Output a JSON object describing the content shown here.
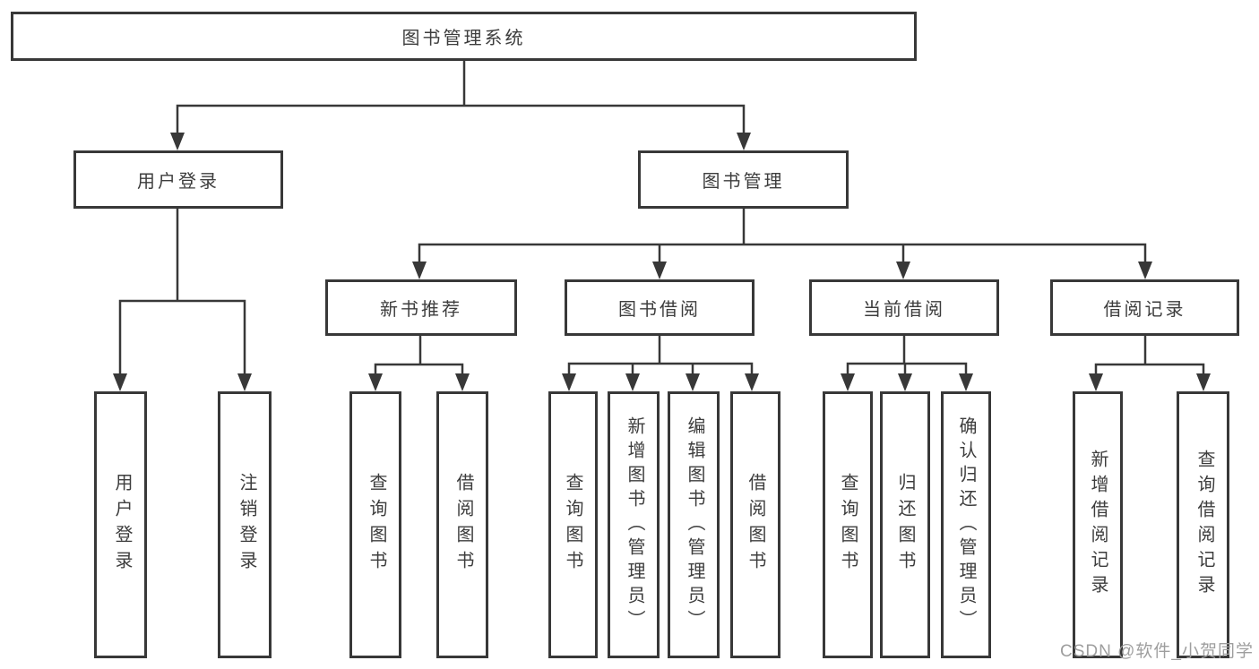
{
  "title": "图书管理系统",
  "level2": {
    "user_login": {
      "label": "用户登录"
    },
    "book_mgmt": {
      "label": "图书管理"
    }
  },
  "level3": {
    "new_books": {
      "label": "新书推荐"
    },
    "book_borrow": {
      "label": "图书借阅"
    },
    "current_borrow": {
      "label": "当前借阅"
    },
    "borrow_records": {
      "label": "借阅记录"
    }
  },
  "leaves": {
    "user_login": [
      "用户登录",
      "注销登录"
    ],
    "new_books": [
      "查询图书",
      "借阅图书"
    ],
    "book_borrow": [
      "查询图书",
      "新增图书（管理员）",
      "编辑图书（管理员）",
      "借阅图书"
    ],
    "current_borrow": [
      "查询图书",
      "归还图书",
      "确认归还（管理员）"
    ],
    "borrow_records": [
      "新增借阅记录",
      "查询借阅记录"
    ]
  },
  "watermark": "CSDN @软件_小贺同学",
  "colors": {
    "line": "#383838",
    "text": "#3d3d3d",
    "box_background": "#ffffff",
    "watermark": "#9e9e9e"
  }
}
